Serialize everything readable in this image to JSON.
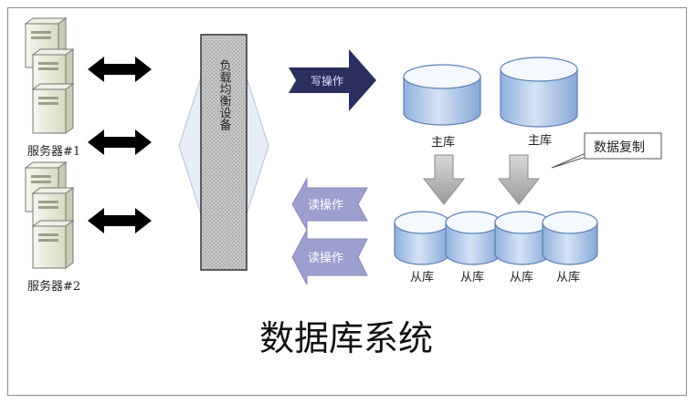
{
  "servers": {
    "group1_label": "服务器#1",
    "group2_label": "服务器#2"
  },
  "load_balancer": {
    "label": "负载均衡设备"
  },
  "operations": {
    "write": "写操作",
    "read_1": "读操作",
    "read_2": "读操作"
  },
  "databases": {
    "masters": [
      {
        "label": "主库"
      },
      {
        "label": "主库"
      }
    ],
    "slaves": [
      {
        "label": "从库"
      },
      {
        "label": "从库"
      },
      {
        "label": "从库"
      },
      {
        "label": "从库"
      }
    ],
    "replication_callout": "数据复制"
  },
  "title": "数据库系统",
  "colors": {
    "db_top": "#ffffff",
    "db_body": "#a9c4e8",
    "db_stroke": "#5b7fb2",
    "write_arrow": "#2b2f5e",
    "read_arrow": "#9d9fcf",
    "balancer_fill": "#b8b8b8",
    "server_fill": "#e9ecd8",
    "down_arrow": "#a9a9a9"
  },
  "icons": [
    "server-icon",
    "double-arrow-icon",
    "database-cylinder-icon",
    "callout-icon"
  ]
}
